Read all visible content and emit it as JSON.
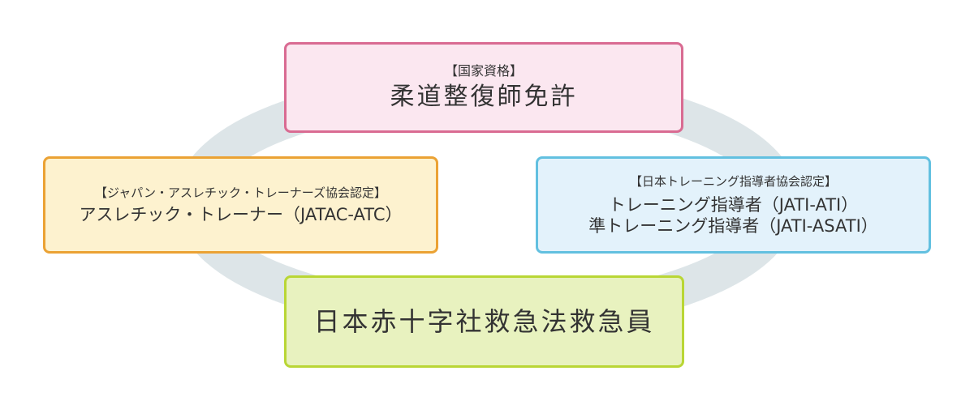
{
  "diagram": {
    "type": "cycle",
    "ring_color": "#dde5e8",
    "nodes": [
      {
        "id": "top",
        "category": "【国家資格】",
        "titles": [
          "柔道整復師免許"
        ],
        "fill": "#fbe7f0",
        "border": "#d96b92"
      },
      {
        "id": "left",
        "category": "【ジャパン・アスレチック・トレーナーズ協会認定】",
        "titles": [
          "アスレチック・トレーナー（JATAC-ATC）"
        ],
        "fill": "#fdf2cf",
        "border": "#eba234"
      },
      {
        "id": "right",
        "category": "【日本トレーニング指導者協会認定】",
        "titles": [
          "トレーニング指導者（JATI-ATI）",
          "準トレーニング指導者（JATI-ASATI）"
        ],
        "fill": "#e3f2fb",
        "border": "#62c0e0"
      },
      {
        "id": "bottom",
        "category": "",
        "titles": [
          "日本赤十字社救急法救急員"
        ],
        "fill": "#e8f2bf",
        "border": "#b9d635"
      }
    ]
  }
}
